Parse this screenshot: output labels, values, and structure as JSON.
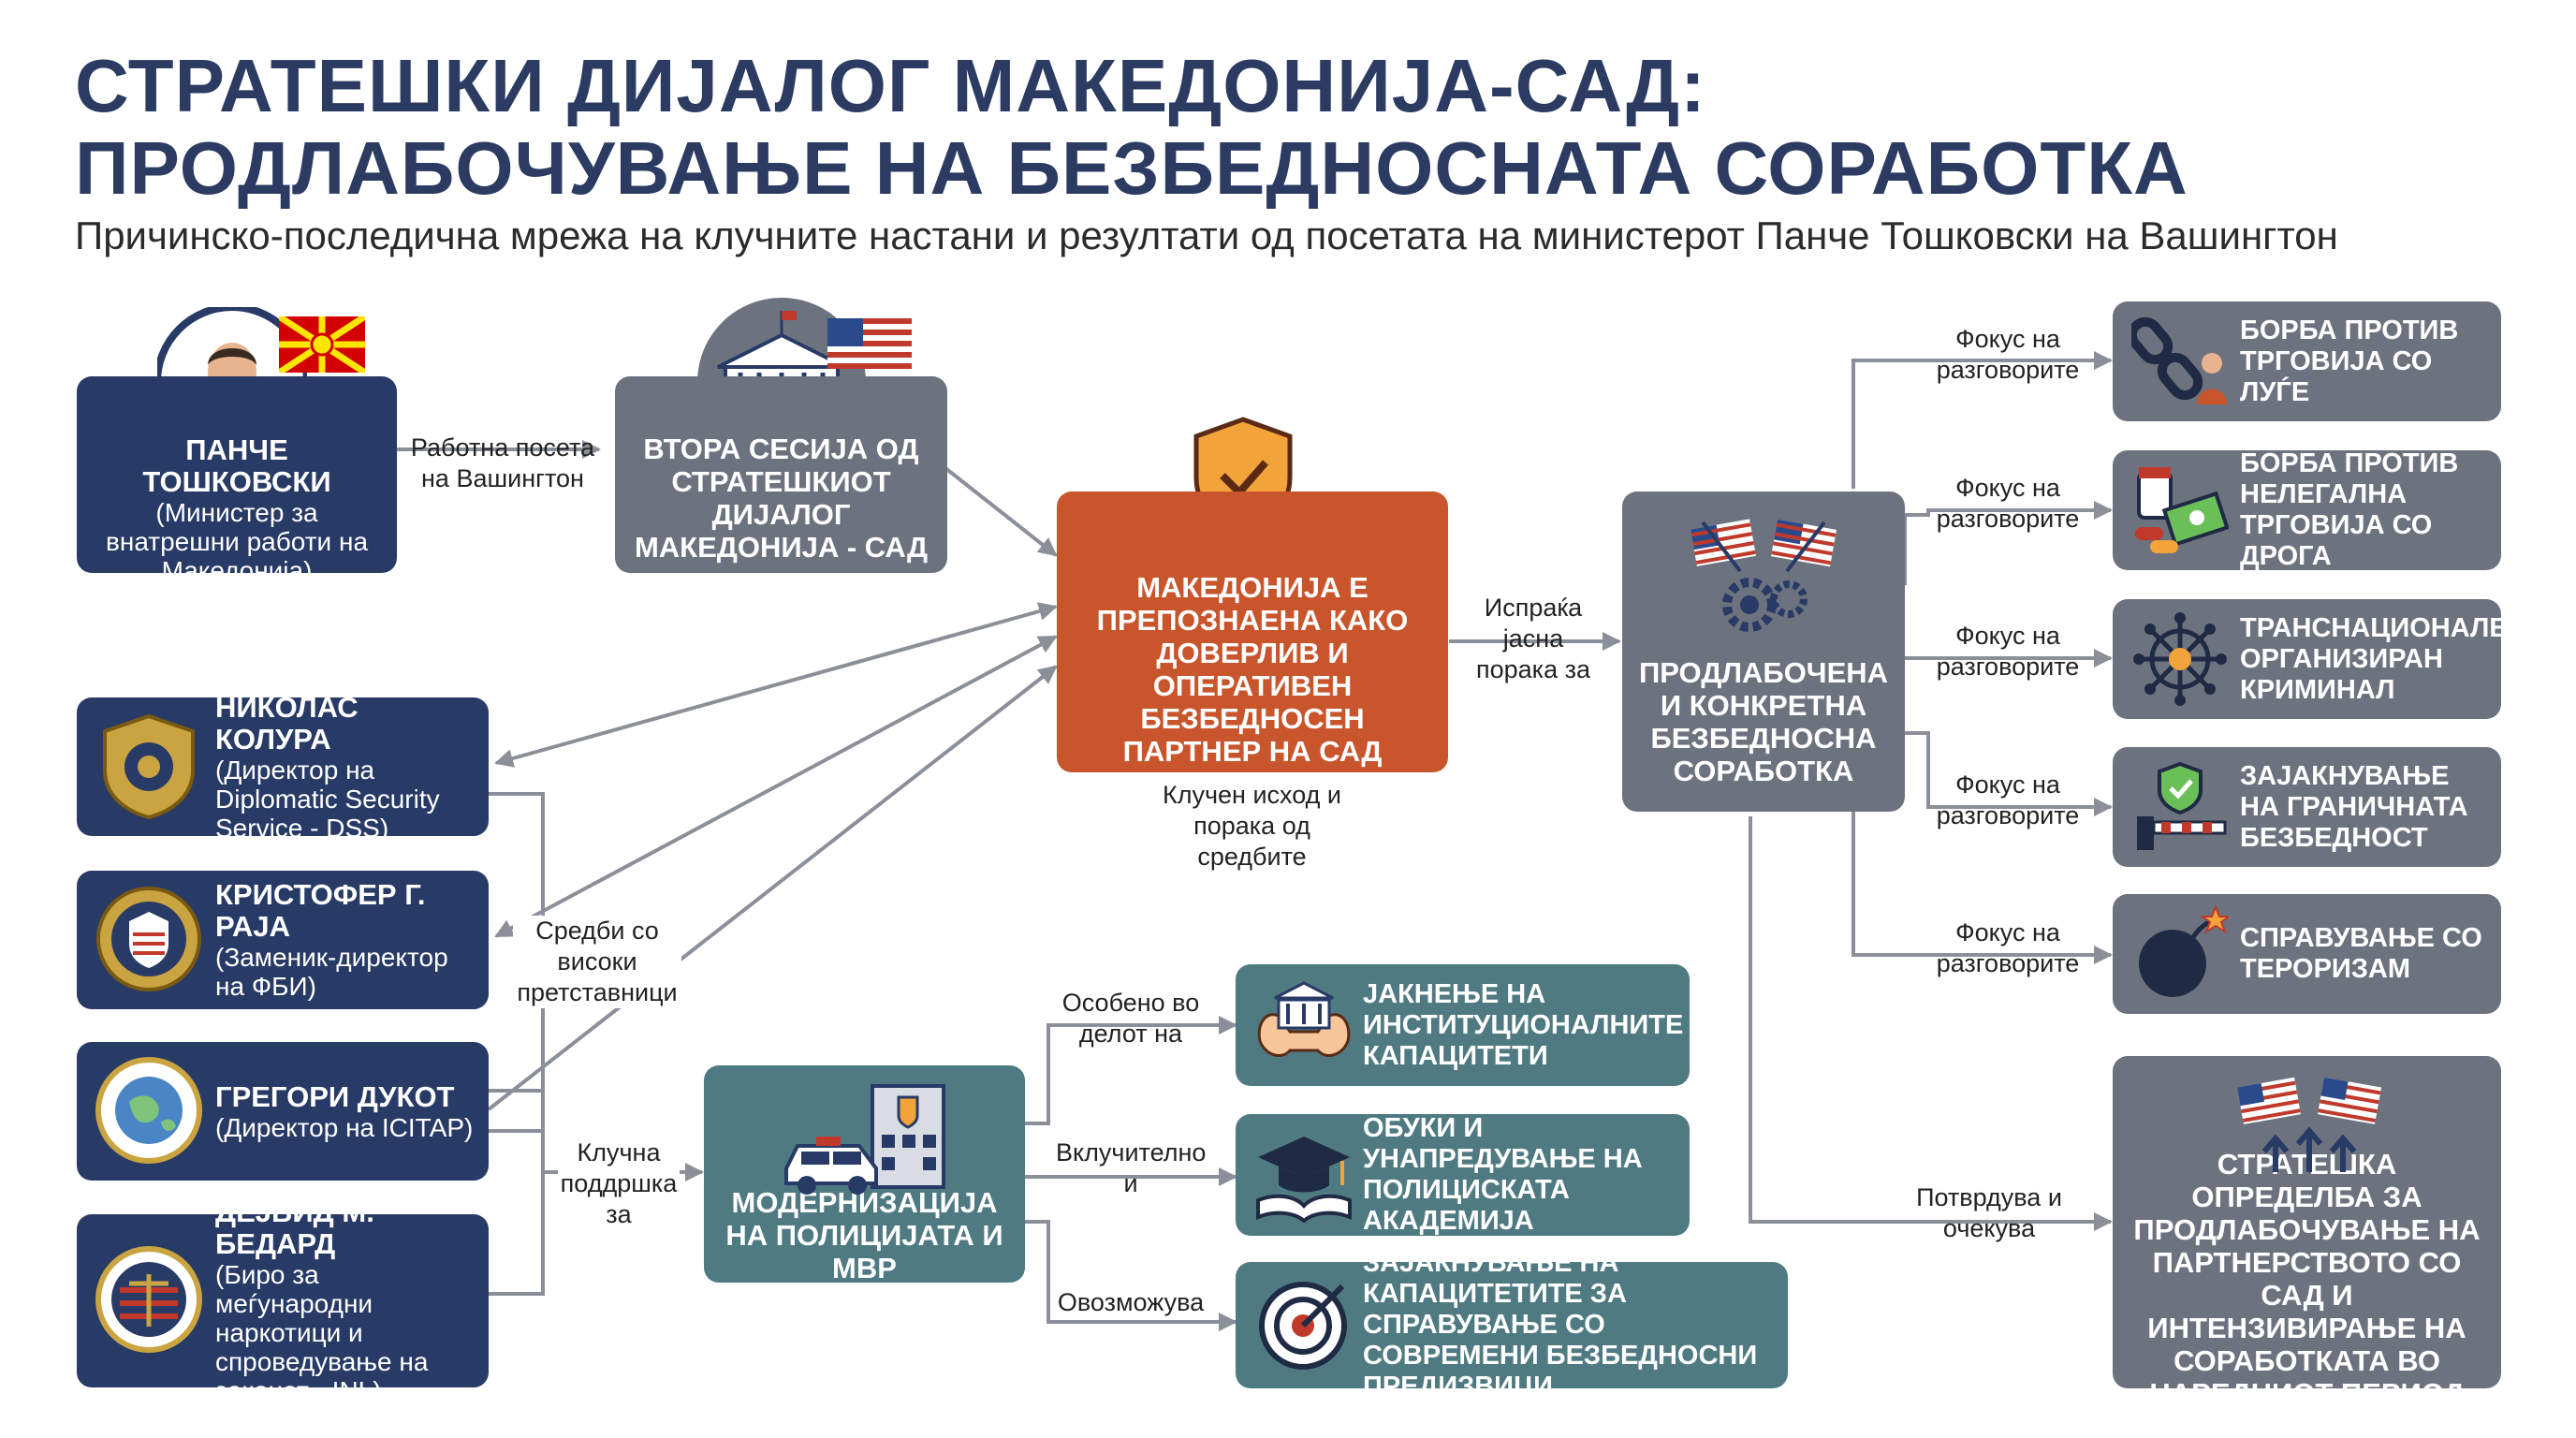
{
  "header": {
    "title_line1": "СТРАТЕШКИ ДИЈАЛОГ МАКЕДОНИЈА-САД:",
    "title_line2": "ПРОДЛАБОЧУВАЊЕ НА БЕЗБЕДНОСНАТА СОРАБОТКА",
    "subtitle": "Причинско-последична мрежа на клучните настани и резултати од посетата на министерот Панче Тошковски на Вашингтон"
  },
  "nodes": {
    "toshkovski": {
      "name": "ПАНЧЕ ТОШКОВСКИ",
      "desc": "(Министер за внатрешни работи на Македонија)"
    },
    "session": {
      "text": "ВТОРА СЕСИЈА ОД СТРАТЕШКИОТ ДИЈАЛОГ МАКЕДОНИЈА - САД"
    },
    "partner": {
      "text": "МАКЕДОНИЈА Е ПРЕПОЗНАЕНА КАКО ДОВЕРЛИВ И ОПЕРАТИВЕН БЕЗБЕДНОСЕН ПАРТНЕР НА САД"
    },
    "cooperation": {
      "text": "ПРОДЛАБОЧЕНА И КОНКРЕТНА БЕЗБЕДНОСНА СОРАБОТКА"
    },
    "police": {
      "text": "МОДЕРНИЗАЦИЈА НА ПОЛИЦИЈАТА И МВР"
    },
    "strategic": {
      "text": "СТРАТЕШКА ОПРЕДЕЛБА ЗА ПРОДЛАБОЧУВАЊЕ НА ПАРТНЕРСТВОТО СО САД И ИНТЕНЗИВИРАЊЕ НА СОРАБОТКАТА ВО НАРЕДНИОТ ПЕРИОД"
    }
  },
  "officials": [
    {
      "name": "НИКОЛАС КОЛУРА",
      "desc": "(Директор на Diplomatic Security Service - DSS)",
      "icon": "dss-seal-icon"
    },
    {
      "name": "КРИСТОФЕР Г. РАЈА",
      "desc": "(Заменик-директор на ФБИ)",
      "icon": "fbi-seal-icon"
    },
    {
      "name": "ГРЕГОРИ ДУКОТ",
      "desc": "(Директор на ICITAP)",
      "icon": "icitap-seal-icon"
    },
    {
      "name": "ДЕЈВИД М. БЕДАРД",
      "desc": "(Биро за меѓународни наркотици и спроведување на законот - INL)",
      "icon": "inl-seal-icon"
    }
  ],
  "focus_areas": [
    {
      "text": "БОРБА ПРОТИВ ТРГОВИЈА СО ЛУЃЕ",
      "icon": "broken-chain-icon"
    },
    {
      "text": "БОРБА ПРОТИВ НЕЛЕГАЛНА ТРГОВИЈА СО ДРОГА",
      "icon": "drugs-money-icon"
    },
    {
      "text": "ТРАНСНАЦИОНАЛЕН ОРГАНИЗИРАН КРИМИНАЛ",
      "icon": "network-icon"
    },
    {
      "text": "ЗАЈАКНУВАЊЕ НА ГРАНИЧНАТА БЕЗБЕДНОСТ",
      "icon": "border-barrier-icon"
    },
    {
      "text": "СПРАВУВАЊЕ СО ТЕРОРИЗАМ",
      "icon": "bomb-icon"
    }
  ],
  "police_results": [
    {
      "text": "ЈАКНЕЊЕ НА ИНСТИТУЦИОНАЛНИТЕ КАПАЦИТЕТИ",
      "icon": "strong-institution-icon"
    },
    {
      "text": "ОБУКИ И УНАПРЕДУВАЊЕ НА ПОЛИЦИСКАТА АКАДЕМИЈА",
      "icon": "graduation-cap-icon"
    },
    {
      "text": "ЗАЈАКНУВАЊЕ НА КАПАЦИТЕТИТЕ ЗА СПРАВУВАЊЕ СО СОВРЕМЕНИ БЕЗБЕДНОСНИ ПРЕДИЗВИЦИ",
      "icon": "target-icon"
    }
  ],
  "labels": {
    "work_visit": "Работна посета на Вашингтон",
    "key_outcome": "Клучен исход и порака од средбите",
    "sends_message": "Испраќа јасна порака за",
    "meetings": "Средби со високи претставници",
    "key_support": "Клучна поддршка за",
    "especially": "Особено во делот на",
    "including": "Вклучително и",
    "enables": "Овозможува",
    "focus": "Фокус на разговорите",
    "confirms": "Потврдува и очекува"
  },
  "colors": {
    "title": "#2c3b62",
    "navy": "#283a66",
    "grey": "#6d727f",
    "orange": "#c9552c",
    "teal": "#4f7a82",
    "connector": "#8a8f99"
  }
}
